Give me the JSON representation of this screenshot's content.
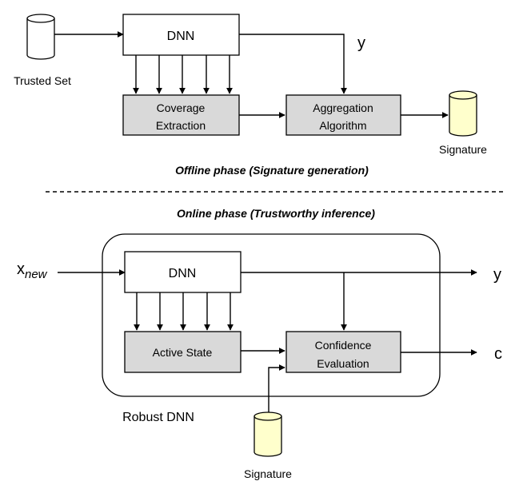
{
  "offline": {
    "trusted_set_label": "Trusted Set",
    "dnn_label": "DNN",
    "y_label": "y",
    "coverage_line1": "Coverage",
    "coverage_line2": "Extraction",
    "aggregation_line1": "Aggregation",
    "aggregation_line2": "Algorithm",
    "signature_label": "Signature",
    "phase_title": "Offline phase (Signature generation)"
  },
  "online": {
    "phase_title": "Online phase (Trustworthy inference)",
    "x_base": "x",
    "x_sub": "new",
    "dnn_label": "DNN",
    "y_label": "y",
    "active_state_label": "Active State",
    "confidence_line1": "Confidence",
    "confidence_line2": "Evaluation",
    "c_label": "c",
    "container_label": "Robust DNN",
    "signature_label": "Signature"
  },
  "colors": {
    "process_fill": "#d9d9d9",
    "signature_fill": "#ffffcc",
    "dataset_fill": "#ffffff"
  }
}
